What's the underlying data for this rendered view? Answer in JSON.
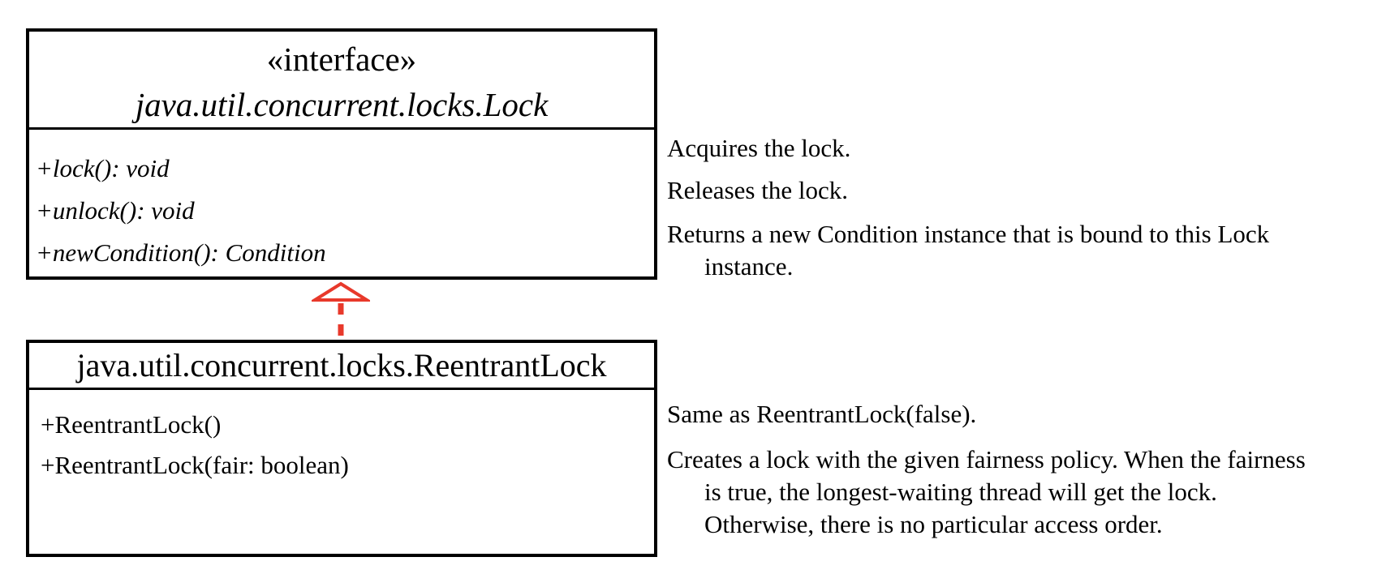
{
  "diagram": {
    "type": "uml-class-diagram",
    "colors": {
      "arrow_red": "#e8392b",
      "line_black": "#000000",
      "background": "#ffffff"
    },
    "interface_box": {
      "stereotype": "«interface»",
      "name": "java.util.concurrent.locks.Lock",
      "methods": [
        "+lock(): void",
        "+unlock(): void",
        "+newCondition(): Condition"
      ]
    },
    "class_box": {
      "name": "java.util.concurrent.locks.ReentrantLock",
      "methods": [
        "+ReentrantLock()",
        "+ReentrantLock(fair: boolean)"
      ]
    },
    "relationship": {
      "kind": "realization"
    },
    "interface_annotations": [
      "Acquires the lock.",
      "Releases the lock.",
      "Returns a new Condition instance that is bound to this Lock instance."
    ],
    "class_annotations": [
      "Same as ReentrantLock(false).",
      "Creates a lock with the given fairness policy. When the fairness is true, the longest-waiting thread will get the lock. Otherwise, there is no particular access order."
    ]
  }
}
